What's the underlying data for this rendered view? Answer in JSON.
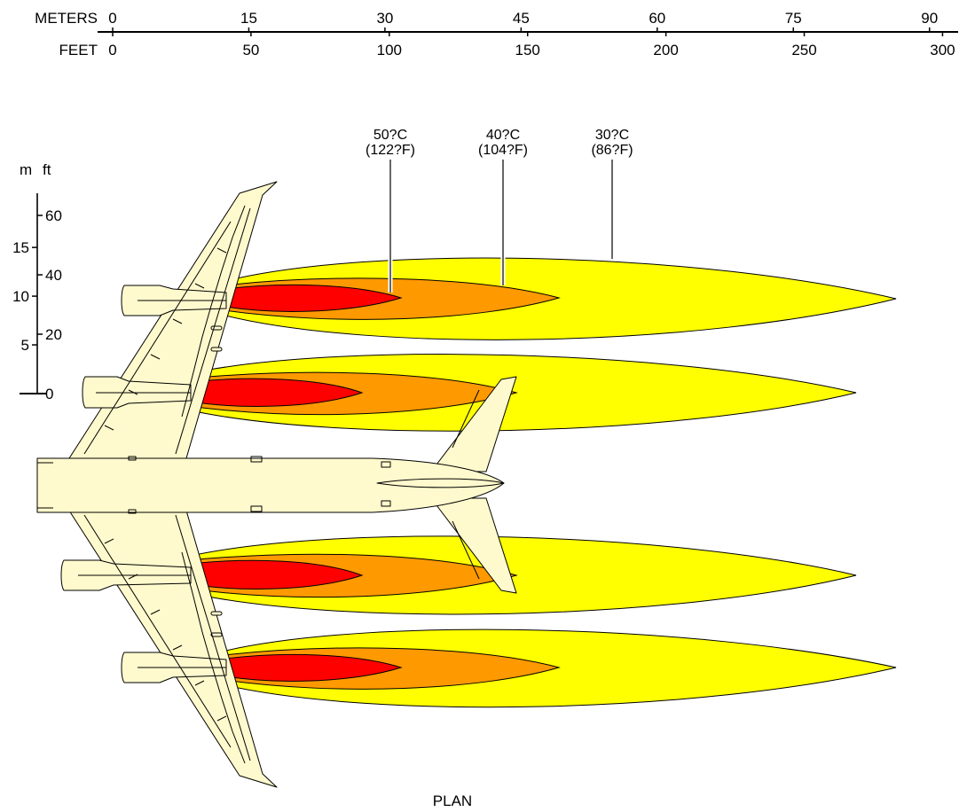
{
  "scale": {
    "meters_label": "METERS",
    "feet_label": "FEET",
    "meters_ticks": [
      "0",
      "15",
      "30",
      "45",
      "60",
      "75",
      "90"
    ],
    "feet_ticks": [
      "0",
      "50",
      "100",
      "150",
      "200",
      "250",
      "300"
    ]
  },
  "vertical_scale": {
    "m_label": "m",
    "ft_label": "ft",
    "m_ticks": [
      "15",
      "10",
      "5"
    ],
    "ft_ticks": [
      "60",
      "40",
      "20",
      "0"
    ]
  },
  "contours": [
    {
      "temp_c": "50?C",
      "temp_f": "(122?F)",
      "color": "#ff0000"
    },
    {
      "temp_c": "40?C",
      "temp_f": "(104?F)",
      "color": "#ff9900"
    },
    {
      "temp_c": "30?C",
      "temp_f": "(86?F)",
      "color": "#ffff00"
    }
  ],
  "aircraft_color": "#fffacd",
  "view_label": "PLAN"
}
